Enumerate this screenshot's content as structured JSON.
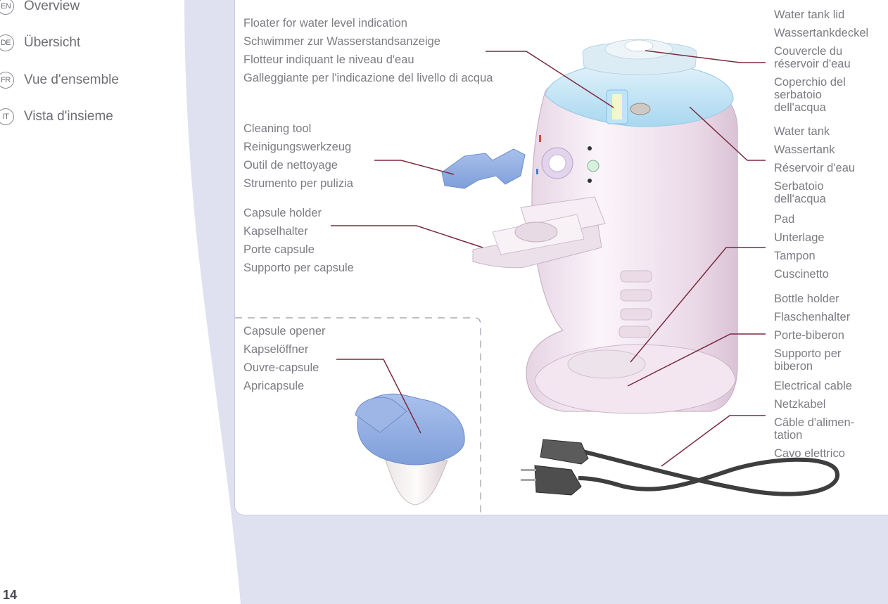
{
  "page_number": "14",
  "languages": [
    {
      "code": "EN",
      "title": "Overview"
    },
    {
      "code": "DE",
      "title": "Übersicht"
    },
    {
      "code": "FR",
      "title": "Vue d'ensemble"
    },
    {
      "code": "IT",
      "title": "Vista d'insieme"
    }
  ],
  "labels": {
    "floater": [
      "Floater for water level indication",
      "Schwimmer zur Wasserstandsanzeige",
      "Flotteur indiquant le niveau d'eau",
      "Galleggiante per l'indicazione del livello di acqua"
    ],
    "cleaning_tool": [
      "Cleaning tool",
      "Reinigungswerkzeug",
      "Outil de nettoyage",
      "Strumento per pulizia"
    ],
    "capsule_holder": [
      "Capsule holder",
      "Kapselhalter",
      "Porte capsule",
      "Supporto per capsule"
    ],
    "capsule_opener": [
      "Capsule opener",
      "Kapselöffner",
      "Ouvre-capsule",
      "Apricapsule"
    ],
    "water_tank_lid": [
      "Water tank lid",
      "Wassertankdeckel",
      "Couvercle du réservoir d'eau",
      "Coperchio del serbatoio dell'acqua"
    ],
    "water_tank": [
      "Water tank",
      "Wassertank",
      "Réservoir d'eau",
      "Serbatoio dell'acqua"
    ],
    "pad": [
      "Pad",
      "Unterlage",
      "Tampon",
      "Cuscinetto"
    ],
    "bottle_holder": [
      "Bottle holder",
      "Flaschenhalter",
      "Porte-biberon",
      "Supporto per biberon"
    ],
    "electrical_cable": [
      "Electrical cable",
      "Netzkabel",
      "Câble d'alimen-tation",
      "Cavo elettrico"
    ]
  },
  "colors": {
    "side_band": "#dfe1f1",
    "panel_border": "#c9cbe3",
    "leader_line": "#7a2a3e",
    "label_text": "#7c7c84",
    "machine_body": "#f1e4ef",
    "accessory_blue": "#8eaee3",
    "cable": "#3e3e3e"
  }
}
